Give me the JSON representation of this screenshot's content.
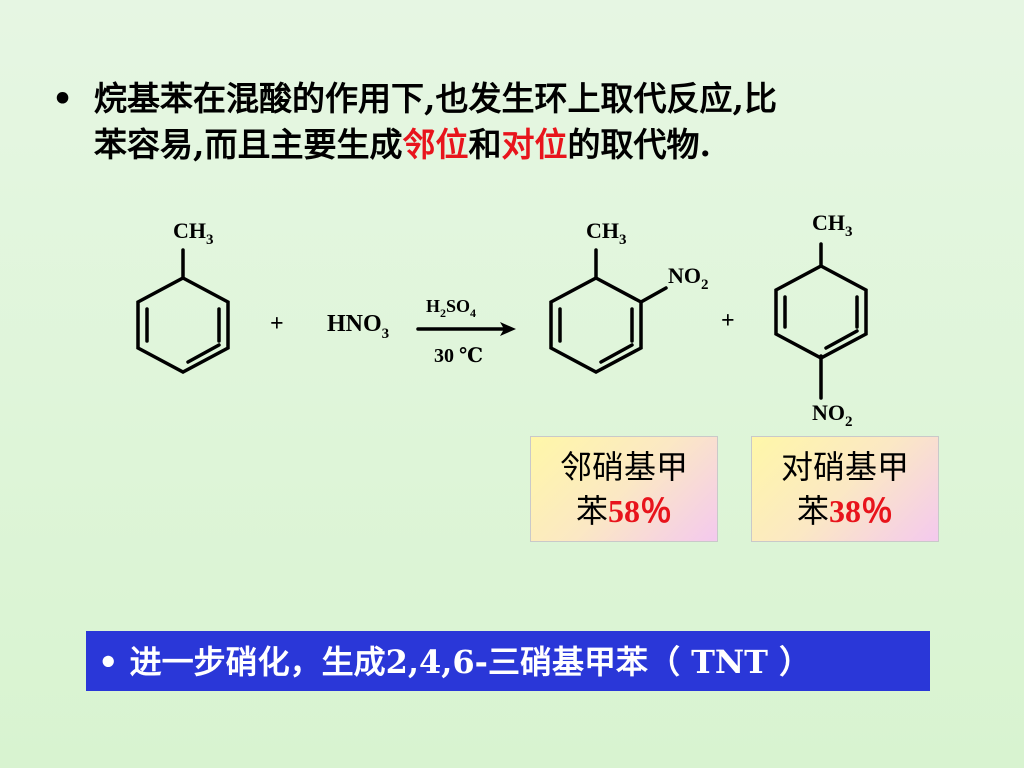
{
  "bullet": {
    "dot": "•",
    "line1": "烷基苯在混酸的作用下,也发生环上取代反应,比",
    "line2_pre": "苯容易,而且主要生成",
    "ortho": "邻位",
    "and": "和",
    "para": "对位",
    "line2_post": "的取代物."
  },
  "reaction": {
    "reactant_ch3": "CH",
    "sub3": "3",
    "plus1": "+",
    "hno3_main": "HNO",
    "hno3_sub": "3",
    "reagent_h": "H",
    "reagent_so": "SO",
    "reagent_sub2": "2",
    "reagent_sub4": "4",
    "condition": "30 ℃",
    "prod1_ch3": "CH",
    "prod1_no2": "NO",
    "sub2": "2",
    "plus2": "+",
    "prod2_ch3": "CH",
    "prod2_no2": "NO"
  },
  "boxes": {
    "ortho_line1": "邻硝基甲",
    "ortho_line2": "苯",
    "ortho_pct": "58％",
    "para_line1": "对硝基甲",
    "para_line2": "苯",
    "para_pct": "38％"
  },
  "note": {
    "text": "• 进一步硝化，生成2,4,6-三硝基甲苯（ TNT ）"
  },
  "colors": {
    "background": "#e0f5da",
    "highlight_red": "#e8141c",
    "note_bg": "#2a37d8"
  }
}
